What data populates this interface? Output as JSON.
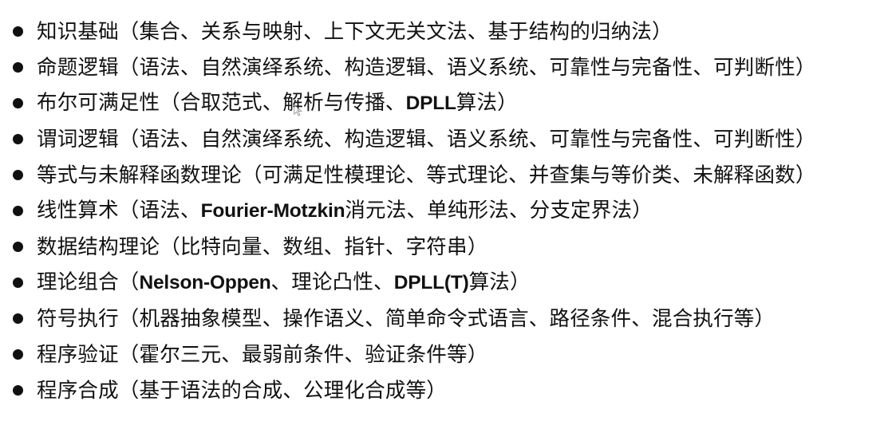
{
  "slide": {
    "background_color": "#ffffff",
    "text_color": "#111111",
    "bullet_color": "#101010",
    "bullet_glyph": "filled-circle"
  },
  "outline": {
    "items": [
      {
        "index": 1,
        "title": "知识基础",
        "detail": "集合、关系与映射、上下文无关文法、基于结构的归纳法",
        "text": "知识基础（集合、关系与映射、上下文无关文法、基于结构的归纳法）",
        "segments": [
          {
            "script": "cjk",
            "text": "知识基础（集合、关系与映射、上下文无关文法、基于结构的归纳法）"
          }
        ]
      },
      {
        "index": 2,
        "title": "命题逻辑",
        "detail": "语法、自然演绎系统、构造逻辑、语义系统、可靠性与完备性、可判断性",
        "text": "命题逻辑（语法、自然演绎系统、构造逻辑、语义系统、可靠性与完备性、可判断性）",
        "segments": [
          {
            "script": "cjk",
            "text": "命题逻辑（语法、自然演绎系统、构造逻辑、语义系统、可靠性与完备性、可判断性）"
          }
        ]
      },
      {
        "index": 3,
        "title": "布尔可满足性",
        "detail": "合取范式、解析与传播、DPLL算法",
        "text": "布尔可满足性（合取范式、解析与传播、DPLL算法）",
        "segments": [
          {
            "script": "cjk",
            "text": "布尔可满足性（合取范式、解析与传播、"
          },
          {
            "script": "latin",
            "text": "DPLL"
          },
          {
            "script": "cjk",
            "text": "算法）"
          }
        ]
      },
      {
        "index": 4,
        "title": "谓词逻辑",
        "detail": "语法、自然演绎系统、构造逻辑、语义系统、可靠性与完备性、可判断性",
        "text": "谓词逻辑（语法、自然演绎系统、构造逻辑、语义系统、可靠性与完备性、可判断性）",
        "segments": [
          {
            "script": "cjk",
            "text": "谓词逻辑（语法、自然演绎系统、构造逻辑、语义系统、可靠性与完备性、可判断性）"
          }
        ]
      },
      {
        "index": 5,
        "title": "等式与未解释函数理论",
        "detail": "可满足性模理论、等式理论、并查集与等价类、未解释函数",
        "text": "等式与未解释函数理论（可满足性模理论、等式理论、并查集与等价类、未解释函数）",
        "segments": [
          {
            "script": "cjk",
            "text": "等式与未解释函数理论（可满足性模理论、等式理论、并查集与等价类、未解释函数）"
          }
        ]
      },
      {
        "index": 6,
        "title": "线性算术",
        "detail": "语法、Fourier-Motzkin消元法、单纯形法、分支定界法",
        "text": "线性算术（语法、Fourier-Motzkin消元法、单纯形法、分支定界法）",
        "segments": [
          {
            "script": "cjk",
            "text": "线性算术（语法、"
          },
          {
            "script": "latin",
            "text": "Fourier-Motzkin"
          },
          {
            "script": "cjk",
            "text": "消元法、单纯形法、分支定界法）"
          }
        ]
      },
      {
        "index": 7,
        "title": "数据结构理论",
        "detail": "比特向量、数组、指针、字符串",
        "text": "数据结构理论（比特向量、数组、指针、字符串）",
        "segments": [
          {
            "script": "cjk",
            "text": "数据结构理论（比特向量、数组、指针、字符串）"
          }
        ]
      },
      {
        "index": 8,
        "title": "理论组合",
        "detail": "Nelson-Oppen、理论凸性、DPLL(T)算法",
        "text": "理论组合（Nelson-Oppen、理论凸性、DPLL(T)算法）",
        "segments": [
          {
            "script": "cjk",
            "text": "理论组合（"
          },
          {
            "script": "latin",
            "text": "Nelson-Oppen"
          },
          {
            "script": "cjk",
            "text": "、理论凸性、"
          },
          {
            "script": "latin",
            "text": "DPLL(T)"
          },
          {
            "script": "cjk",
            "text": "算法）"
          }
        ]
      },
      {
        "index": 9,
        "title": "符号执行",
        "detail": "机器抽象模型、操作语义、简单命令式语言、路径条件、混合执行等",
        "text": "符号执行（机器抽象模型、操作语义、简单命令式语言、路径条件、混合执行等）",
        "segments": [
          {
            "script": "cjk",
            "text": "符号执行（机器抽象模型、操作语义、简单命令式语言、路径条件、混合执行等）"
          }
        ]
      },
      {
        "index": 10,
        "title": "程序验证",
        "detail": "霍尔三元、最弱前条件、验证条件等",
        "text": "程序验证（霍尔三元、最弱前条件、验证条件等）",
        "segments": [
          {
            "script": "cjk",
            "text": "程序验证（霍尔三元、最弱前条件、验证条件等）"
          }
        ]
      },
      {
        "index": 11,
        "title": "程序合成",
        "detail": "基于语法的合成、公理化合成等",
        "text": "程序合成（基于语法的合成、公理化合成等）",
        "segments": [
          {
            "script": "cjk",
            "text": "程序合成（基于语法的合成、公理化合成等）"
          }
        ]
      }
    ]
  }
}
